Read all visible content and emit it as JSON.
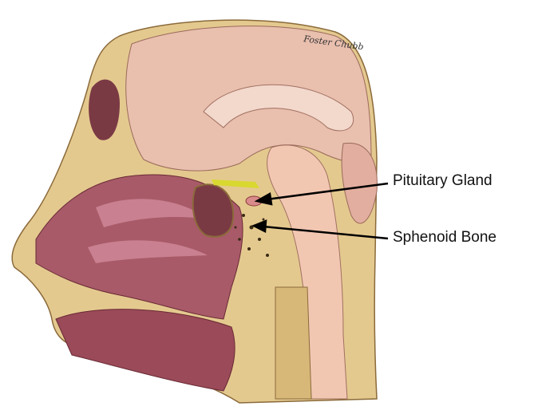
{
  "labels": {
    "pituitary": "Pituitary Gland",
    "sphenoid": "Sphenoid Bone"
  },
  "signature": "Foster Chubb",
  "colors": {
    "bone": "#e4c98f",
    "brain": "#e9bfae",
    "nasal": "#a85a68",
    "brainstem": "#f2c7b2",
    "arrow": "#000000"
  }
}
